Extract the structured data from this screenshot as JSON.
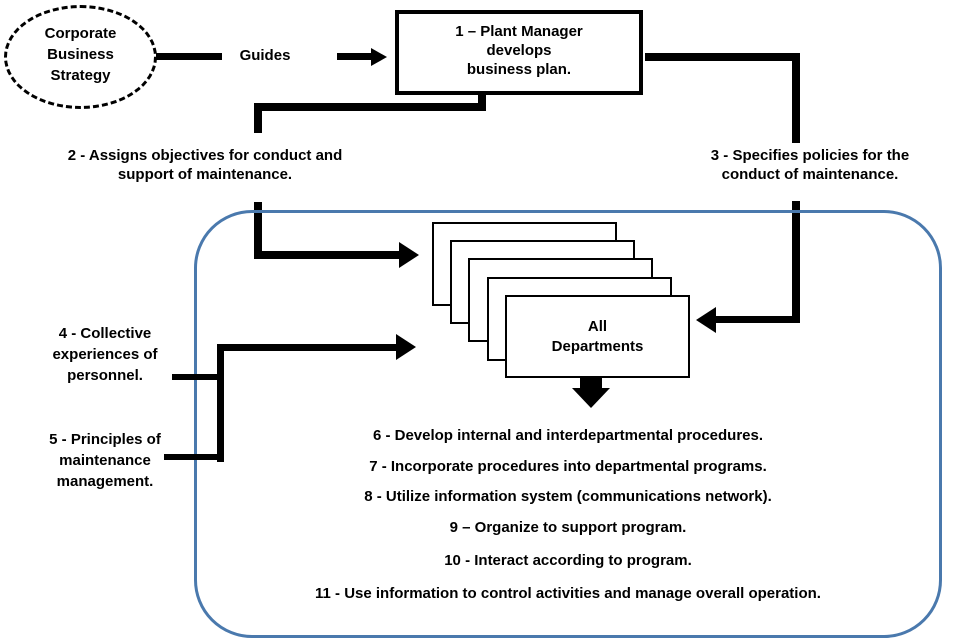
{
  "colors": {
    "accent_blue": "#4a79ad",
    "line_black": "#000000",
    "box_background": "#ffffff"
  },
  "ellipse": {
    "lines": [
      "Corporate",
      "Business",
      "Strategy"
    ]
  },
  "guides_label": "Guides",
  "box1": {
    "lines": [
      "1 – Plant Manager",
      "develops",
      "business plan."
    ]
  },
  "label2": {
    "lines": [
      "2 - Assigns objectives for conduct and",
      "support of maintenance."
    ]
  },
  "label3": {
    "lines": [
      "3 - Specifies policies for the",
      "conduct of maintenance."
    ]
  },
  "label4": {
    "lines": [
      "4 - Collective",
      "experiences of",
      "personnel."
    ]
  },
  "label5": {
    "lines": [
      "5 - Principles of",
      "maintenance",
      "management."
    ]
  },
  "departments_box": {
    "lines": [
      "All",
      "Departments"
    ]
  },
  "process_items": [
    "6 - Develop internal and interdepartmental procedures.",
    "7 - Incorporate procedures into departmental programs.",
    "8 - Utilize information system (communications network).",
    "9 – Organize to support program.",
    "10 - Interact according to program.",
    "11 - Use information to control activities and manage overall operation."
  ]
}
